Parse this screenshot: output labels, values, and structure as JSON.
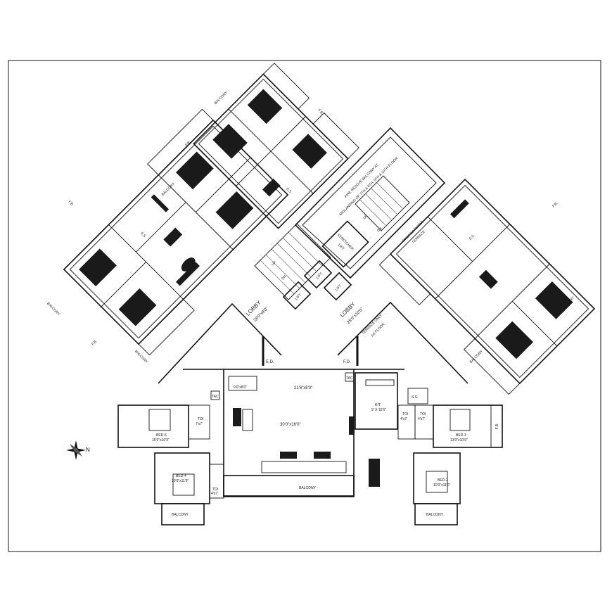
{
  "plan": {
    "frame_color": "#000000",
    "background": "#ffffff",
    "top_labels": {
      "lobby_left": "LOBBY",
      "lobby_left_dim": "28'0\"x8'0\"",
      "lobby_right": "LOBBY",
      "lobby_right_dim": "28'0\"x10'0\"",
      "fire_rescue": "FIRE RESCUE BALCONY AT",
      "fire_rescue_2": "MIDLANDING OF 7TH & 8TH, 9TH & 10TH FLOOR",
      "stretcher_lift": "STRETCHER",
      "stretcher_lift_2": "LIFT",
      "lift_a": "LIFT",
      "lift_b": "LIFT",
      "lift_c": "LIFT",
      "terrace_top": "ONLY 1st FLOOR",
      "terrace_top_2": "TERRACE",
      "terrace_bottom": "TERRACE ONLY",
      "terrace_bottom_2": "1st FLOOR",
      "up": "UP",
      "dn": "DN",
      "ss": "S.S.",
      "fb": "F.B.",
      "balcony": "BALCONY",
      "ed": "E.D.",
      "fd": "F.D."
    },
    "bottom_labels": {
      "hall_top": "21'6\"x8'0\"",
      "hall_main": "30'0\"x16'0\"",
      "stair_small": "9'0\"x8'0\"",
      "kit": "KIT",
      "kit_dim": "9' X 15'6\"",
      "bed5": "BED-5",
      "bed5_dim": "15'0\"x10'9\"",
      "bed4": "BED-4",
      "bed4_dim": "10'0\"x11'6\"",
      "bed3": "BED-3",
      "bed3_dim": "13'0\"x10'9\"",
      "bed2": "BED-2",
      "bed2_dim": "10'0\"x11'0\"",
      "toi": "TOI",
      "toi_dim_a": "7'x7'",
      "toi_dim_b": "4'x7'",
      "toi_dim_c": "4'x7'",
      "toi_dim_d": "4'x7'",
      "balcony_center": "BALCONY",
      "balcony_left": "BALCONY",
      "balcony_right": "BALCONY",
      "ss": "S.S.",
      "fb": "F.B.",
      "tac": "TAC"
    }
  }
}
